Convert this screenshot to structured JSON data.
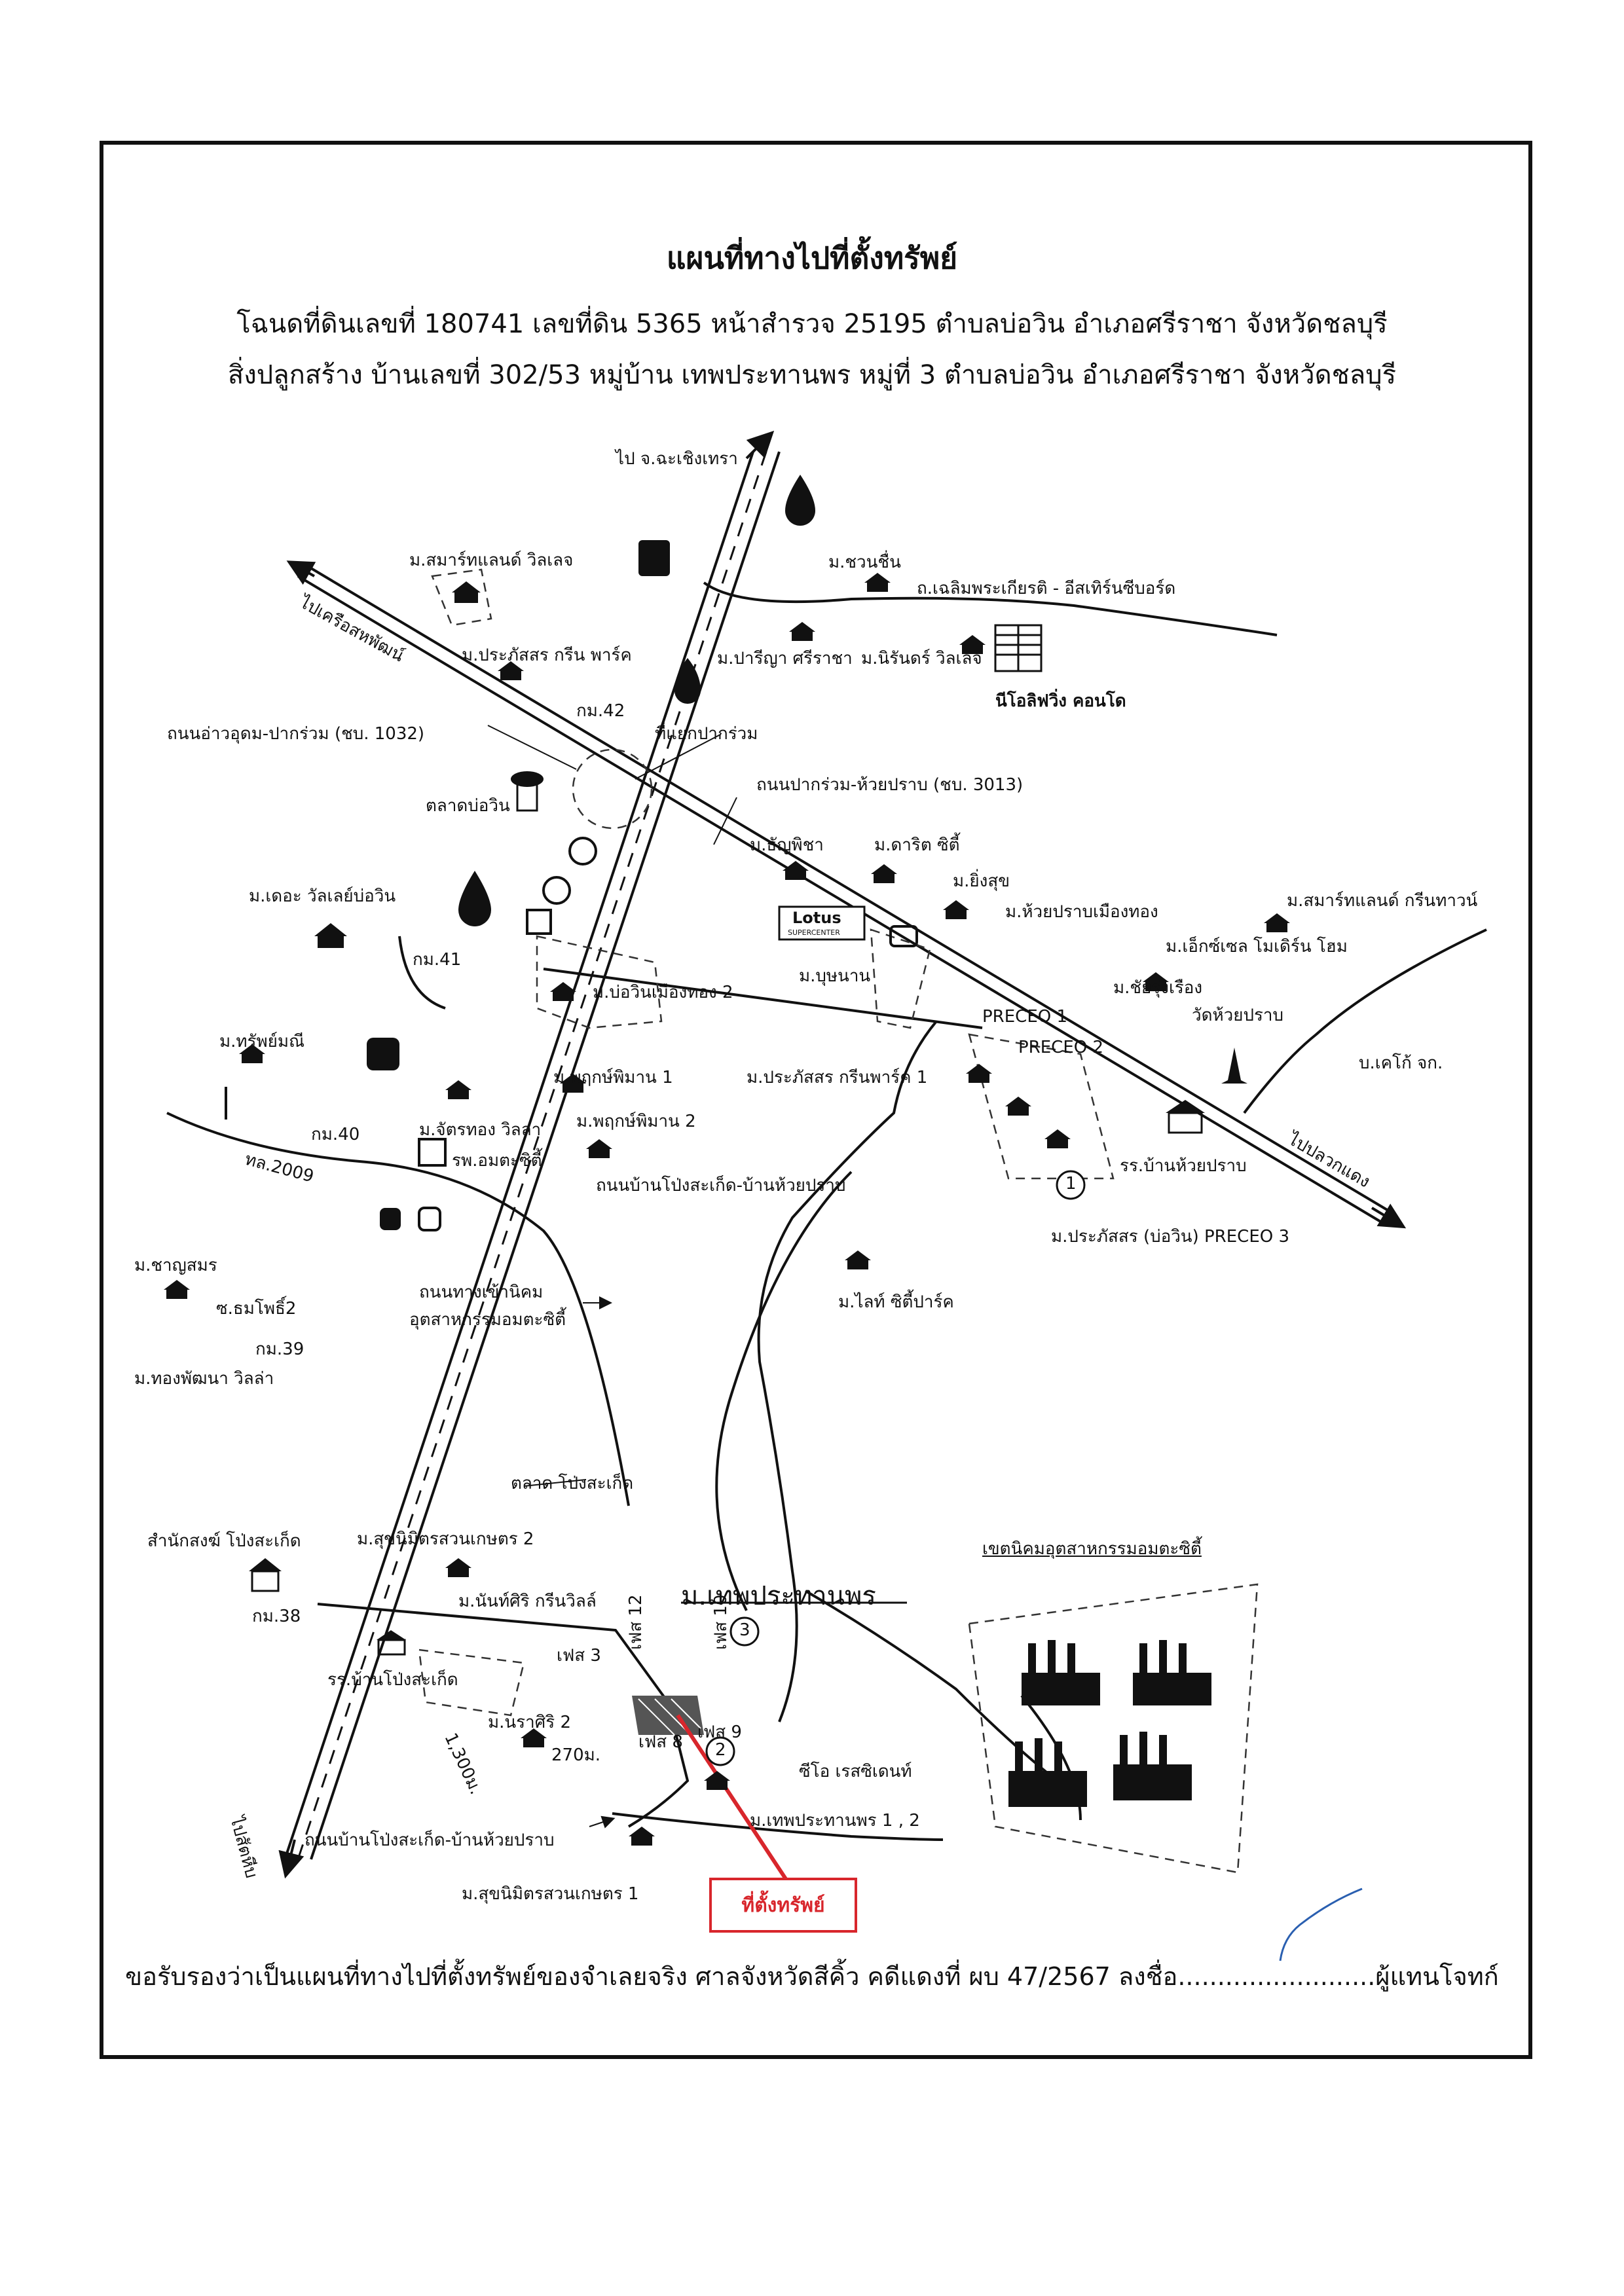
{
  "title": "แผนที่ทางไปที่ตั้งทรัพย์",
  "deed_line": "โฉนดที่ดินเลขที่ 180741 เลขที่ดิน 5365 หน้าสำรวจ 25195 ตำบลบ่อวิน อำเภอศรีราชา จังหวัดชลบุรี",
  "building_line": "สิ่งปลูกสร้าง บ้านเลขที่ 302/53 หมู่บ้าน เทพประทานพร หมู่ที่ 3 ตำบลบ่อวิน อำเภอศรีราชา จังหวัดชลบุรี",
  "labels": {
    "to_chachoengsao": "ไป จ.ฉะเชิงเทรา",
    "to_khao_khiao": "ไปเครือสหพัฒน์",
    "to_pluak_daeng": "ไปปลวกแดง",
    "to_sattahip": "ไปสัตหีบ",
    "smart_land_village": "ม.สมาร์ทแลนด์ วิลเลจ",
    "prakasit_green_park": "ม.ประภัสสร กรีน พาร์ค",
    "pariya": "ม.ปารีญา ศรีราชา",
    "niran": "ม.นิรันดร์ วิลเลจ",
    "chuan_chuen": "ม.ชวนชื่น",
    "celebration_road": "ถ.เฉลิมพระเกียรติ - อีสเทิร์นซีบอร์ด",
    "neo_living": "นีโอลิฟวิ่ง คอนโด",
    "km42": "กม.42",
    "road_1032": "ถนนอ่าวอุดม-ปากร่วม (ชบ. 1032)",
    "pak_ruam_junction": "ที่แยกปากร่วม",
    "road_3013": "ถนนปากร่วม-ห้วยปราบ (ชบ. 3013)",
    "bowin_market": "ตลาดบ่อวิน",
    "thanyasha": "ม.ธัญพิชา",
    "dalit_city": "ม.ดาริต ซิตี้",
    "yingsuk": "ม.ยิ่งสุข",
    "huaiprab_muangthong": "ม.ห้วยปราบเมืองทอง",
    "smart_land_green_town": "ม.สมาร์ทแลนด์ กรีนทาวน์",
    "exel_modern_home": "ม.เอ็กซ์เซล โมเดิร์น โฮม",
    "the_valley_bowin": "ม.เดอะ วัลเลย์บ่อวิน",
    "lotus": "Lotus",
    "lotus_sub": "SUPERCENTER",
    "km41": "กม.41",
    "bowin_muangthong2": "ม.บ่อวินเมืองทอง 2",
    "bunyanan": "ม.บุษนาน",
    "chairungrueang": "ม.ชัยรุ่งเรือง",
    "wat_huaiprab": "วัดห้วยปราบ",
    "kelly_co": "บ.เคโก้ จก.",
    "preceo1": "PRECEO 1",
    "preceo2": "PRECEO 2",
    "sappamanee": "ม.ทรัพย์มณี",
    "pruekpimarn1": "ม.พฤกษ์พิมาน 1",
    "pruekpimarn2": "ม.พฤกษ์พิมาน 2",
    "prakasit_green_park2": "ม.ประภัสสร กรีนพาร์ค 1",
    "km40": "กม.40",
    "chatthong_villa": "ม.จัตรทอง วิลล่า",
    "amata_hospital": "รพ.อมตะซิตี้",
    "tl2009": "ทล.2009",
    "road_pongsakek_huaiprab_top": "ถนนบ้านโป่งสะเก็ด-บ้านห้วยปราบ",
    "huaiprab_school": "รร.บ้านห้วยปราบ",
    "preceo3": "ม.ประภัสสร (บ่อวิน) PRECEO 3",
    "chanyamon": "ม.ชาญสมร",
    "soi_thamphot2": "ซ.ธมโพธิ์2",
    "estate_road": "ถนนทางเข้านิคม",
    "amata_estate_road": "อุตสาหกรรมอมตะซิตี้",
    "light_city_park": "ม.ไลท์ ซิตี้ปาร์ค",
    "km39": "กม.39",
    "thongpatthana": "ม.ทองพัฒนา วิลล่า",
    "pongsakek_market": "ตลาด โป่งสะเก็ด",
    "monk_office": "สำนักสงฆ์ โป่งสะเก็ด",
    "suknimit2": "ม.สุขนิมิตรสวนเกษตร 2",
    "km38": "กม.38",
    "thepprathanporn": "ม.เทพประทานพร",
    "amata_zone": "เขตนิคมอุตสาหกรรมอมตะซิตี้",
    "nanthasiri": "ม.นันท์ศิริ กรีนวิลล์",
    "phase3": "เฟส 3",
    "phase10": "เฟส 10",
    "phase12": "เฟส 12",
    "pongsakek_school": "รร.บ้านโป่งสะเก็ด",
    "narasiri2": "ม.นราศิริ 2",
    "dist_270": "270ม.",
    "phase8": "เฟส 8",
    "phase9": "เฟส 9",
    "cio_residence": "ซีโอ เรสซิเดนท์",
    "dist_1300": "1,300ม.",
    "thepprathanporn12": "ม.เทพประทานพร 1 , 2",
    "road_pongsakek_huaiprab_bottom": "ถนนบ้านโป่งสะเก็ด-บ้านห้วยปราบ",
    "suknimit1": "ม.สุขนิมิตรสวนเกษตร 1",
    "marker1": "1",
    "marker2": "2",
    "marker3": "3"
  },
  "property_location": "ที่ตั้งทรัพย์",
  "certification": "ขอรับรองว่าเป็นแผนที่ทางไปที่ตั้งทรัพย์ของจำเลยจริง ศาลจังหวัดสีคิ้ว คดีแดงที่ ผบ 47/2567 ลงชื่อ.........................ผู้แทนโจทก์",
  "colors": {
    "ink": "#111111",
    "highlight": "#d8262c",
    "signature": "#2a5fb0"
  },
  "icons": [
    "house-icon",
    "gas-station-icon",
    "temple-icon",
    "school-icon",
    "factory-icon",
    "bank-icon",
    "hospital-icon",
    "market-icon"
  ]
}
